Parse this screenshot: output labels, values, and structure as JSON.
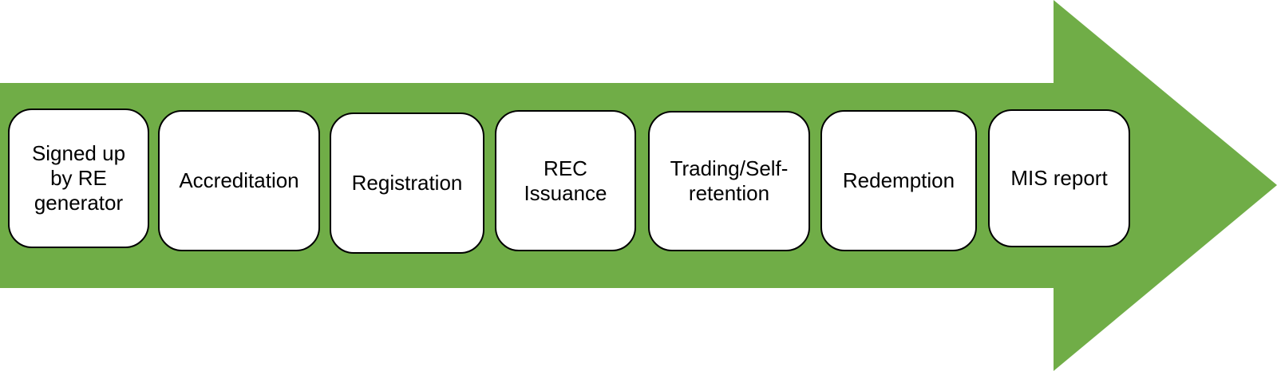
{
  "diagram": {
    "arrow_color": "#70ad47",
    "steps": [
      {
        "label": "Signed up by RE generator"
      },
      {
        "label": "Accreditation"
      },
      {
        "label": "Registration"
      },
      {
        "label": "REC Issuance"
      },
      {
        "label": "Trading/Self-retention"
      },
      {
        "label": "Redemption"
      },
      {
        "label": "MIS report"
      }
    ]
  }
}
